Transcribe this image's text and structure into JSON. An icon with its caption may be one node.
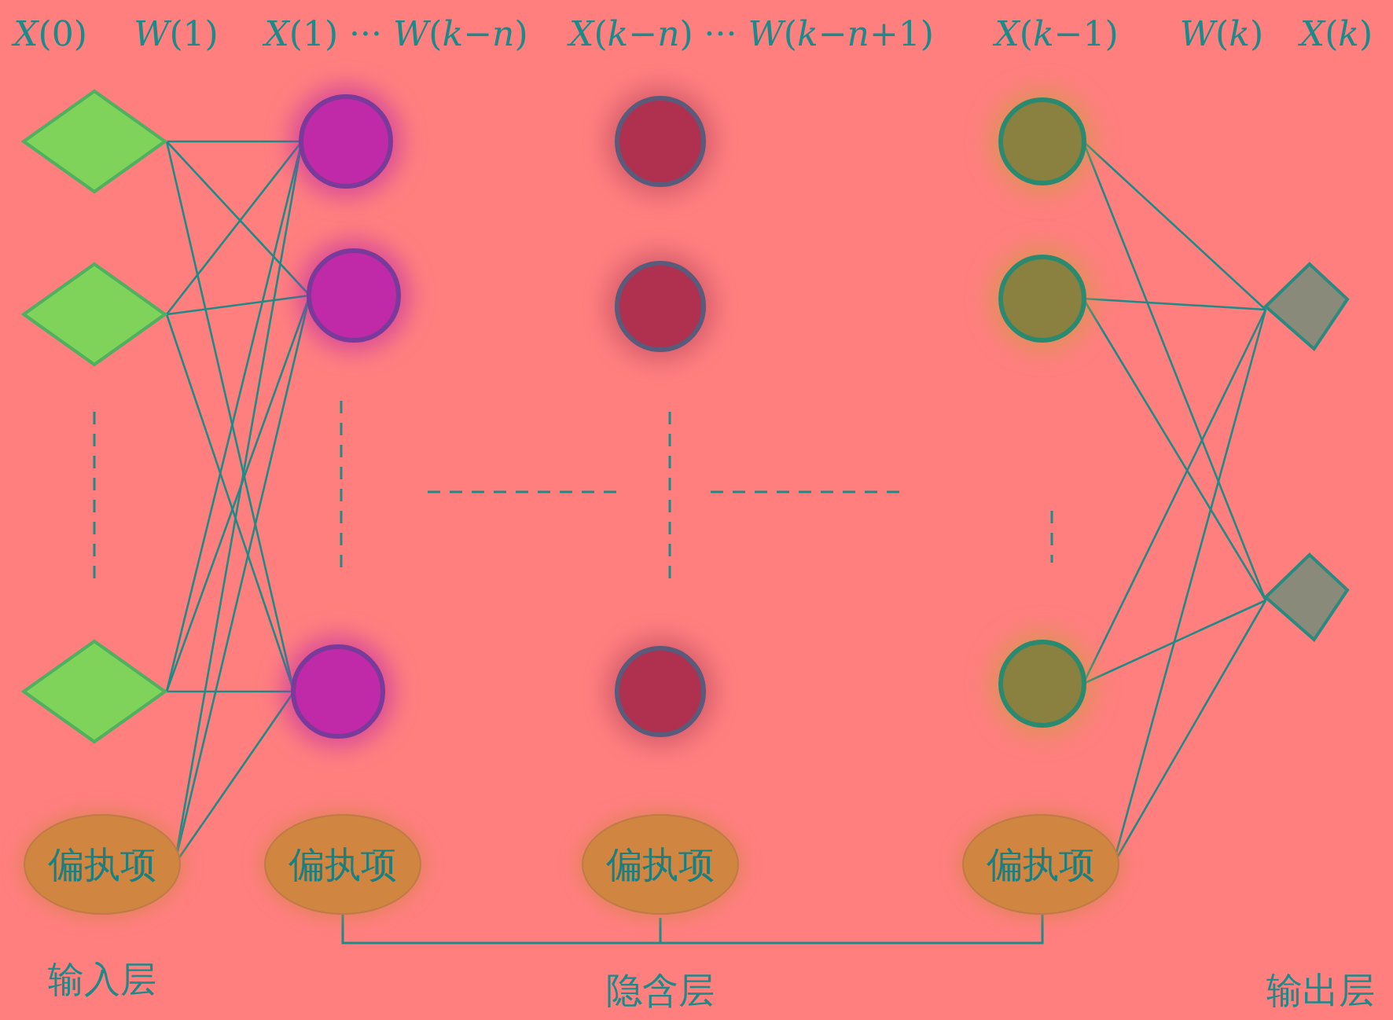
{
  "diagram": {
    "nodes": [
      {
        "text": [],
        "shape": "diamond"
      },
      {
        "text": [],
        "shape": "diamond"
      },
      {
        "text": [],
        "shape": "diamond"
      },
      {
        "text": [
          "偏执项"
        ]
      },
      {
        "text": [],
        "shape": "circle"
      },
      {
        "text": [],
        "shape": "circle"
      },
      {
        "text": [],
        "shape": "circle"
      },
      {
        "text": [
          "偏执项"
        ]
      },
      {
        "text": [],
        "shape": "circle"
      },
      {
        "text": [],
        "shape": "circle"
      },
      {
        "text": [],
        "shape": "circle"
      },
      {
        "text": [
          "偏执项"
        ]
      },
      {
        "text": [],
        "shape": "circle"
      },
      {
        "text": [],
        "shape": "circle"
      },
      {
        "text": [],
        "shape": "circle"
      },
      {
        "text": [
          "偏执项"
        ]
      },
      {
        "text": [],
        "shape": "box"
      },
      {
        "text": [],
        "shape": "box"
      }
    ],
    "edges": [
      {
        "from": 0,
        "to": 4,
        "arrow": "none"
      },
      {
        "from": 0,
        "to": 5,
        "arrow": "none"
      },
      {
        "from": 0,
        "to": 6,
        "arrow": "none"
      },
      {
        "from": 1,
        "to": 4,
        "arrow": "none"
      },
      {
        "from": 1,
        "to": 5,
        "arrow": "none"
      },
      {
        "from": 1,
        "to": 6,
        "arrow": "none"
      },
      {
        "from": 2,
        "to": 4,
        "arrow": "none"
      },
      {
        "from": 2,
        "to": 5,
        "arrow": "none"
      },
      {
        "from": 2,
        "to": 6,
        "arrow": "none"
      },
      {
        "from": 3,
        "to": 4,
        "arrow": "none"
      },
      {
        "from": 3,
        "to": 5,
        "arrow": "none"
      },
      {
        "from": 3,
        "to": 6,
        "arrow": "none"
      },
      {
        "from": 12,
        "to": 16,
        "arrow": "none"
      },
      {
        "from": 12,
        "to": 17,
        "arrow": "none"
      },
      {
        "from": 13,
        "to": 16,
        "arrow": "none"
      },
      {
        "from": 13,
        "to": 17,
        "arrow": "none"
      },
      {
        "from": 14,
        "to": 16,
        "arrow": "none"
      },
      {
        "from": 14,
        "to": 17,
        "arrow": "none"
      },
      {
        "from": 15,
        "to": 16,
        "arrow": "none"
      },
      {
        "from": 15,
        "to": 17,
        "arrow": "none"
      }
    ],
    "labels": [
      "*X*(0)",
      "*W*(1)",
      "*X*(1) ··· *W*(*k*−*n*)",
      "*X*(*k*−*n*) ··· *W*(*k*−*n*+1)",
      "*X*(*k*−1)",
      "*W*(*k*)",
      "*X*(*k*)",
      "输入层",
      "隐含层",
      "输出层"
    ]
  }
}
